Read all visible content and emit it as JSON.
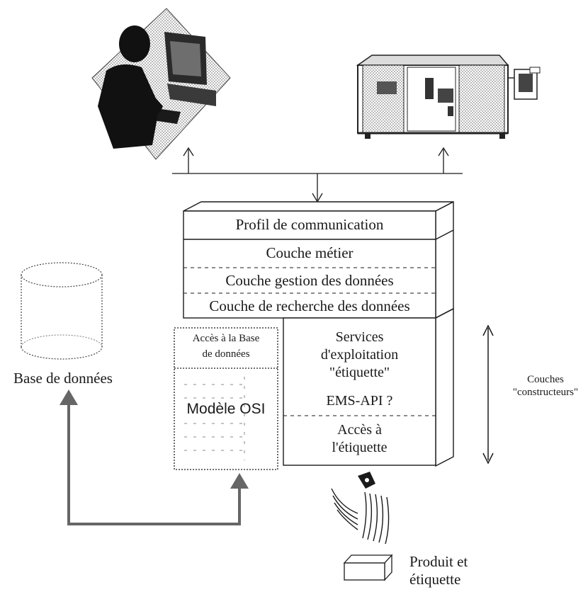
{
  "diagram": {
    "layers": {
      "profil": "Profil de communication",
      "metier": "Couche métier",
      "gestion": "Couche gestion des données",
      "recherche": "Couche de recherche des données"
    },
    "acces_base": {
      "line1": "Accès à la Base",
      "line2": "de données"
    },
    "modele_osi": "Modèle OSI",
    "services": {
      "line1": "Services",
      "line2": "d'exploitation",
      "line3": "\"étiquette\""
    },
    "ems_api": "EMS-API ?",
    "acces_etiquette": {
      "line1": "Accès à",
      "line2": "l'étiquette"
    },
    "base_de_donnees": "Base de données",
    "couches_constructeurs": {
      "line1": "Couches",
      "line2": "\"constructeurs\""
    },
    "produit": {
      "line1": "Produit et",
      "line2": "étiquette"
    },
    "icons": [
      "workstation-icon",
      "machine-icon",
      "database-icon",
      "antenna-icon",
      "tag-box-icon"
    ],
    "colors": {
      "ink": "#1a1a1a",
      "arrow_gray": "#666666",
      "hatch": "#8a8a8a"
    }
  }
}
